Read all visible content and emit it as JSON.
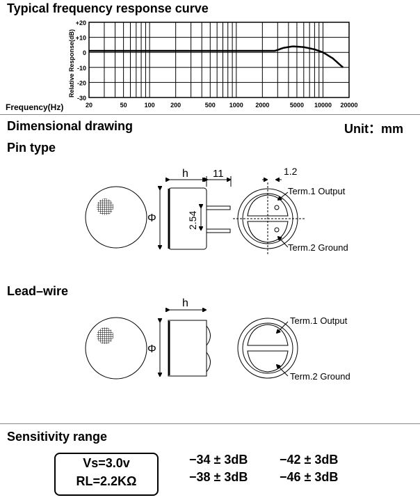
{
  "chart_title": "Typical frequency response curve",
  "chart_data": {
    "type": "line",
    "title": "Typical frequency response curve",
    "xlabel": "Frequency(Hz)",
    "ylabel": "Relative Response(dB)",
    "xscale": "log",
    "xlim": [
      20,
      20000
    ],
    "ylim": [
      -30,
      20
    ],
    "xticks": [
      "20",
      "50",
      "100",
      "200",
      "500",
      "1000",
      "2000",
      "5000",
      "10000",
      "20000"
    ],
    "xtick_values": [
      20,
      50,
      100,
      200,
      500,
      1000,
      2000,
      5000,
      10000,
      20000
    ],
    "yticks": [
      "+20",
      "+10",
      "0",
      "-10",
      "-20",
      "-30"
    ],
    "ytick_values": [
      20,
      10,
      0,
      -10,
      -20,
      -30
    ],
    "grid": true,
    "series": [
      {
        "name": "response",
        "x": [
          20,
          1000,
          2800,
          3500,
          4500,
          6000,
          8000,
          10000,
          13000,
          17000
        ],
        "y": [
          1,
          1,
          1,
          3,
          4,
          3.5,
          2,
          0,
          -4,
          -10
        ]
      }
    ]
  },
  "section_dim": "Dimensional drawing",
  "unit": "Unit：mm",
  "pin_type": "Pin type",
  "lead_wire": "Lead–wire",
  "labels": {
    "h": "h",
    "len11": "11",
    "pitch": "2.54",
    "w12": "1.2",
    "phi": "Φ",
    "term1": "Term.1 Output",
    "term2": "Term.2 Ground"
  },
  "sens_title": "Sensitivity range",
  "vs": "Vs=3.0v",
  "rl": "RL=2.2KΩ",
  "values": [
    "−34 ± 3dB",
    "−42 ± 3dB",
    "−38 ± 3dB",
    "−46 ± 3dB"
  ]
}
